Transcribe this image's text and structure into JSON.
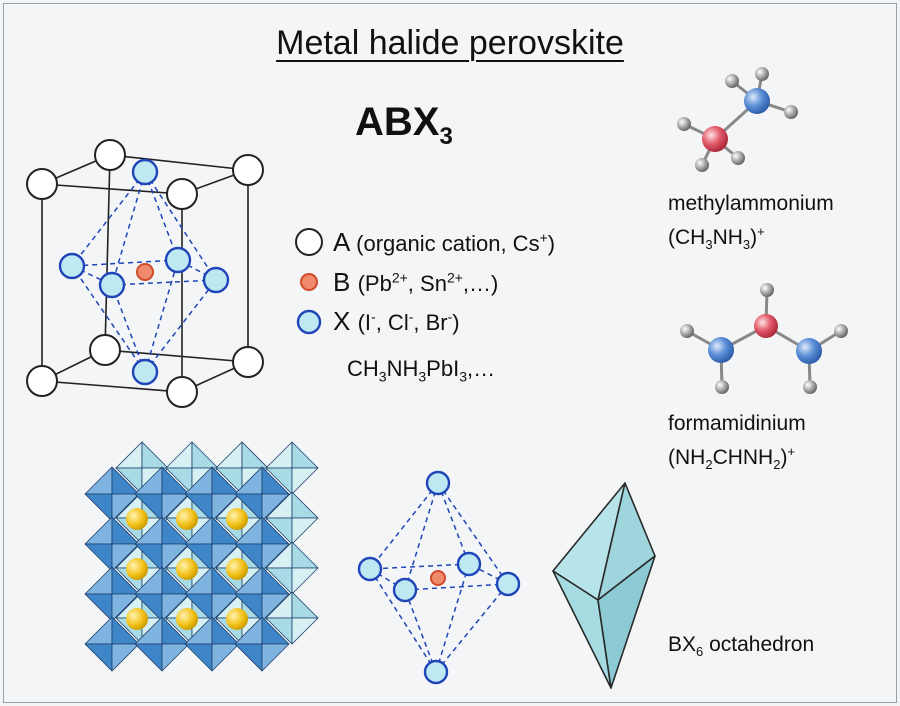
{
  "title": "Metal halide perovskite",
  "formula": {
    "main": "ABX",
    "sub": "3"
  },
  "legend": [
    {
      "symbol": "A",
      "desc": "(organic cation, Cs",
      "sup": "+",
      "end": ")",
      "fill": "#ffffff",
      "stroke": "#222222"
    },
    {
      "symbol": "B",
      "desc": "(Pb",
      "sup": "2+",
      "mid": ", Sn",
      "sup2": "2+",
      "end": ",…)",
      "fill": "#f08a6c",
      "stroke": "#d04a2a"
    },
    {
      "symbol": "X",
      "desc": "(I",
      "sup": "-",
      "mid": ", Cl",
      "sup2": "-",
      "mid2": ", Br",
      "sup3": "-",
      "end": ")",
      "fill": "#bfe9f2",
      "stroke": "#1f45b8"
    }
  ],
  "example": {
    "p1": "CH",
    "s1": "3",
    "p2": "NH",
    "s2": "3",
    "p3": "PbI",
    "s3": "3",
    "p4": ",…"
  },
  "molecules": {
    "methylammonium": {
      "name": "methylammonium",
      "formula_p1": "(CH",
      "formula_s1": "3",
      "formula_p2": "NH",
      "formula_s2": "3",
      "formula_p3": ")",
      "formula_sup": "+"
    },
    "formamidinium": {
      "name": "formamidinium",
      "formula_p1": "(NH",
      "formula_s1": "2",
      "formula_p2": "CHNH",
      "formula_s2": "2",
      "formula_p3": ")",
      "formula_sup": "+"
    }
  },
  "octahedron_label": {
    "p1": "BX",
    "s1": "6",
    "p2": " octahedron"
  },
  "colors": {
    "x_site": "#bfe9f2",
    "x_outline": "#1f45b8",
    "b_site": "#f08a6c",
    "nitrogen": "#5b8fd6",
    "carbon": "#e35a6a",
    "hydrogen": "#9a9a9a",
    "octa_blue": "#3f86c8",
    "octa_pale": "#a9dbe6",
    "a_cation": "#f3c21a",
    "octa_face": "#a9dde4"
  }
}
